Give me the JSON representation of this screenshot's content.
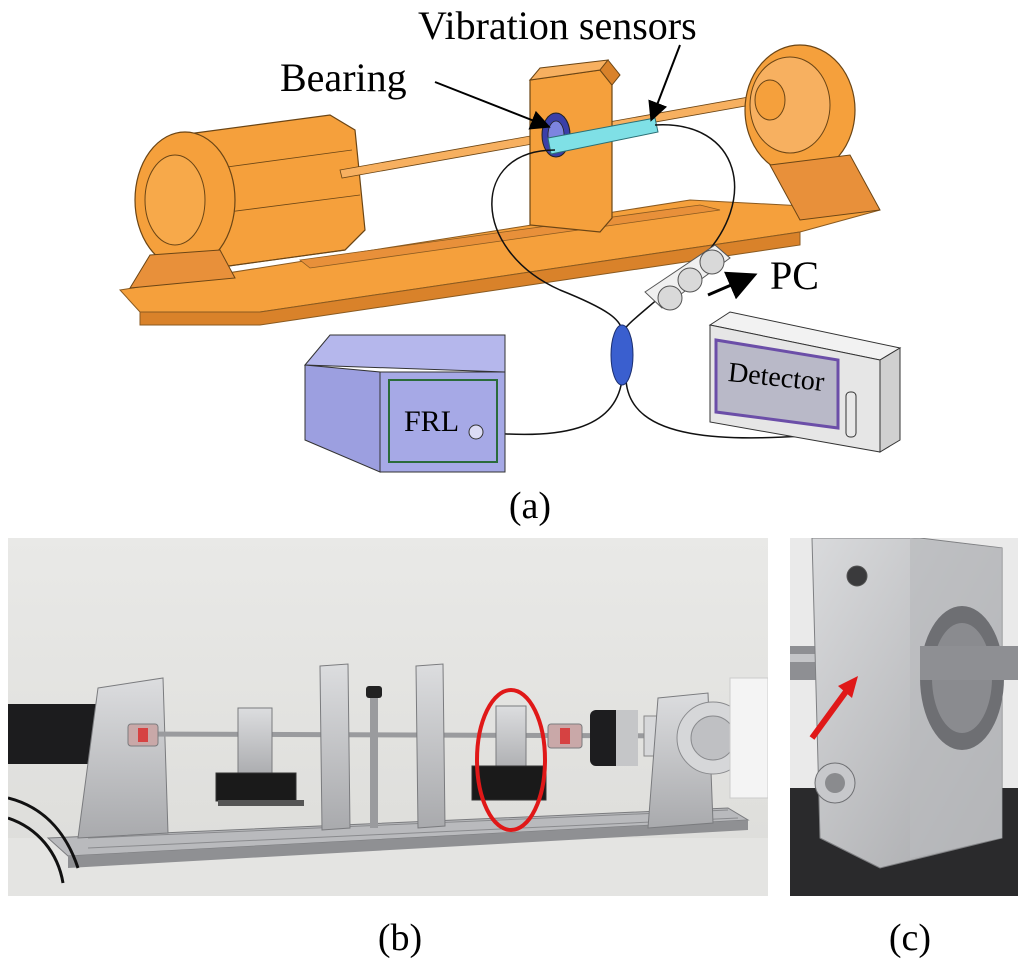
{
  "panel_a": {
    "caption": "(a)",
    "labels": {
      "vibration_sensors": "Vibration sensors",
      "bearing": "Bearing",
      "pc": "PC",
      "frl": "FRL",
      "detector": "Detector"
    }
  },
  "panel_b": {
    "caption": "(b)"
  },
  "panel_c": {
    "caption": "(c)"
  },
  "colors": {
    "machine_orange": "#f5a03c",
    "machine_orange_dark": "#d9822a",
    "sensor_cyan": "#7fe0e6",
    "frl_lilac": "#9c9fe0",
    "detector_gray": "#e6e6e6",
    "detector_screen": "#b9b9c8",
    "coupler_blue": "#3a5fcf",
    "highlight_red": "#e01818",
    "aluminum": "#c8c9cb"
  }
}
